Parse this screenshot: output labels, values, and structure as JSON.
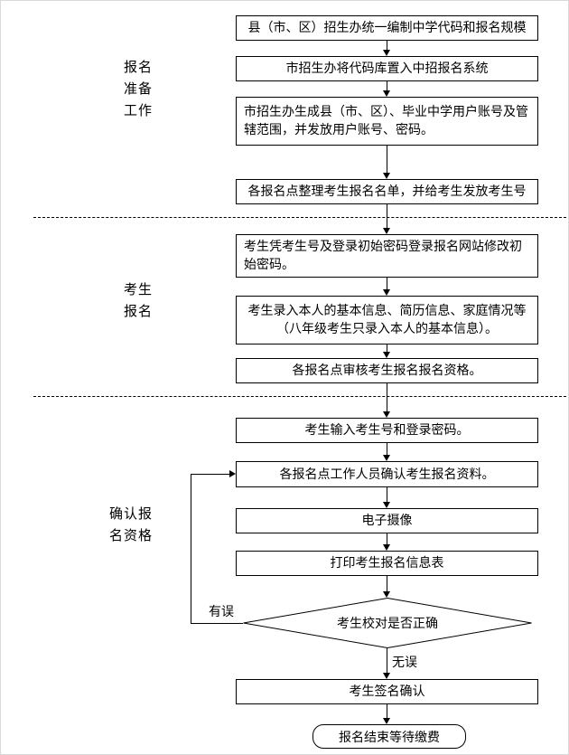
{
  "colors": {
    "line": "#000000",
    "background": "#ffffff",
    "text": "#000000"
  },
  "phases": {
    "prep": "报名\n准备\n工作",
    "register": "考生\n报名",
    "confirm": "确认报\n名资格"
  },
  "nodes": {
    "n1": "县（市、区）招生办统一编制中学代码和报名规模",
    "n2": "市招生办将代码库置入中招报名系统",
    "n3": "市招生办生成县（市、区）、毕业中学用户账号及管辖范围，并发放用户账号、密码。",
    "n4": "各报名点整理考生报名名单，并给考生发放考生号",
    "n5": "考生凭考生号及登录初始密码登录报名网站修改初始密码。",
    "n6": "考生录入本人的基本信息、简历信息、家庭情况等（八年级考生只录入本人的基本信息）。",
    "n7": "各报名点审核考生报名报名资格。",
    "n8": "考生输入考生号和登录密码。",
    "n9": "各报名点工作人员确认考生报名资料。",
    "n10": "电子摄像",
    "n11": "打印考生报名信息表",
    "decision": "考生校对是否正确",
    "n12": "考生签名确认",
    "end": "报名结束等待缴费"
  },
  "edge_labels": {
    "error": "有误",
    "ok": "无误"
  }
}
